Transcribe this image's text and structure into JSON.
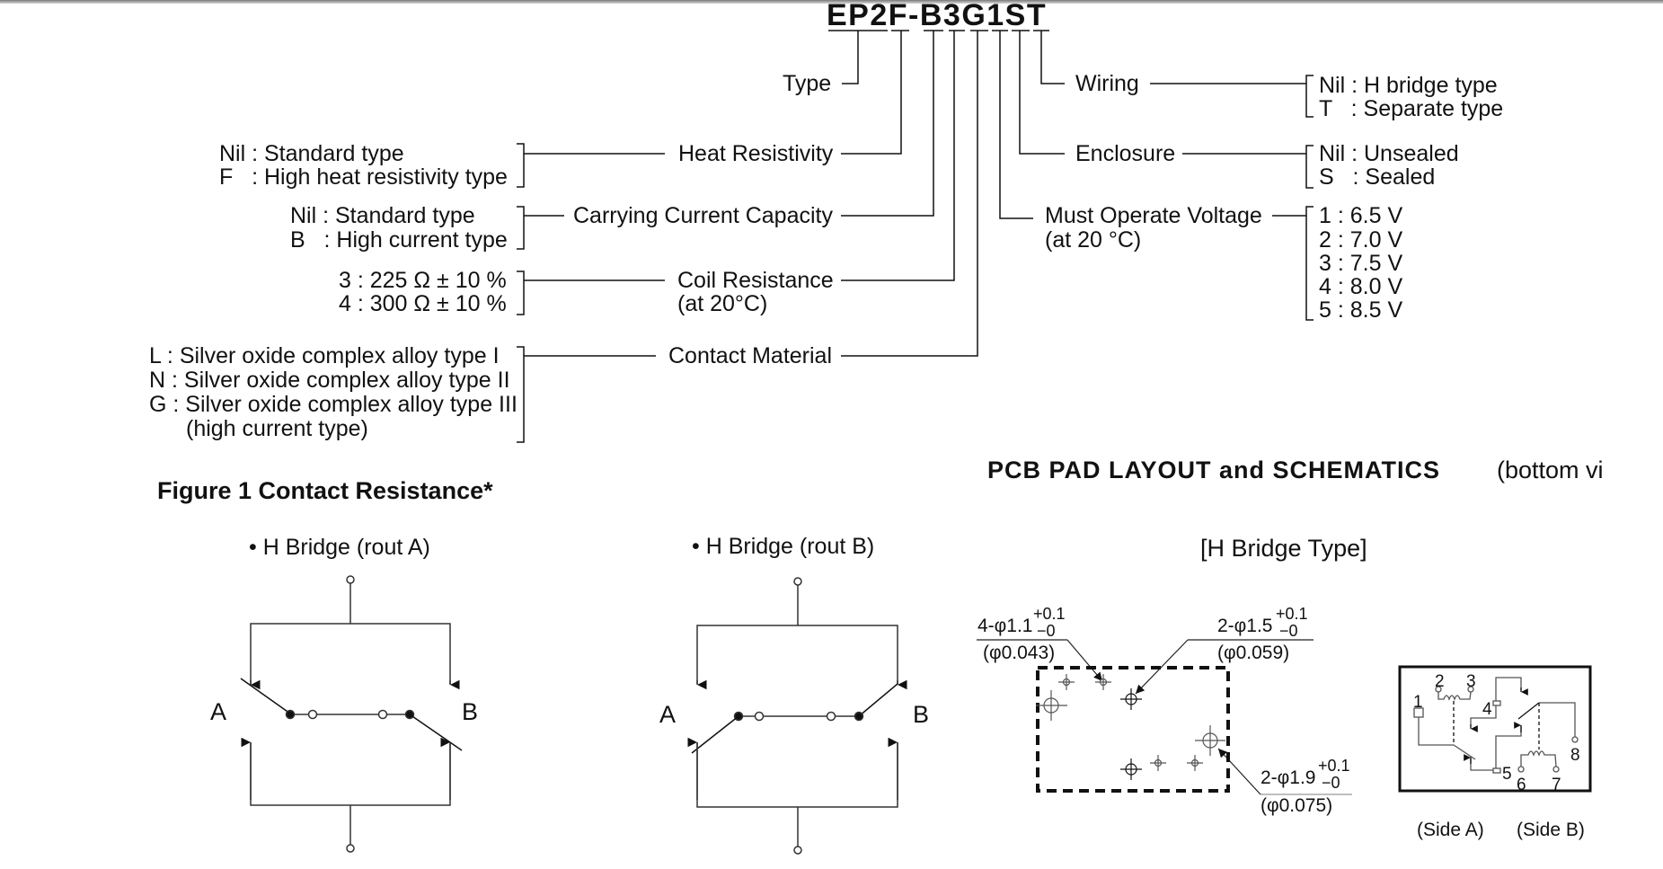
{
  "part_number": "EP2F-B3G1ST",
  "ordering_code": {
    "left_fields": [
      {
        "label": "Type",
        "options": []
      },
      {
        "label": "Heat Resistivity",
        "options": [
          "Nil : Standard type",
          "F   : High heat resistivity type"
        ]
      },
      {
        "label": "Carrying Current Capacity",
        "options": [
          "Nil : Standard type",
          "B   : High current type"
        ]
      },
      {
        "label": "Coil Resistance",
        "sublabel": "(at 20°C)",
        "options": [
          "3 : 225 Ω ± 10 %",
          "4 : 300 Ω ± 10 %"
        ]
      },
      {
        "label": "Contact Material",
        "options": [
          "L  : Silver oxide complex alloy type I",
          "N : Silver oxide complex alloy type II",
          "G : Silver oxide complex alloy type III",
          "(high current type)"
        ]
      }
    ],
    "right_fields": [
      {
        "label": "Wiring",
        "options": [
          "Nil : H bridge type",
          "T   : Separate type"
        ]
      },
      {
        "label": "Enclosure",
        "options": [
          "Nil : Unsealed",
          "S   : Sealed"
        ]
      },
      {
        "label": "Must Operate Voltage",
        "sublabel": "(at 20 °C)",
        "options": [
          "1 : 6.5 V",
          "2 : 7.0 V",
          "3 : 7.5 V",
          "4 : 8.0 V",
          "5 : 8.5 V"
        ]
      }
    ]
  },
  "figure1": {
    "title": "Figure 1  Contact Resistance*",
    "diagrams": [
      {
        "caption": "• H Bridge (rout A)",
        "left_label": "A",
        "right_label": "B"
      },
      {
        "caption": "• H Bridge (rout B)",
        "left_label": "A",
        "right_label": "B"
      }
    ]
  },
  "pcb": {
    "title": "PCB  PAD  LAYOUT  and  SCHEMATICS",
    "title_suffix": "(bottom vi",
    "subtitle": "[H Bridge Type]",
    "callouts": [
      {
        "main": "4-φ1.1",
        "tol_plus": "+0.1",
        "tol_minus": "−0",
        "inch": "(φ0.043)"
      },
      {
        "main": "2-φ1.5",
        "tol_plus": "+0.1",
        "tol_minus": "−0",
        "inch": "(φ0.059)"
      },
      {
        "main": "2-φ1.9",
        "tol_plus": "+0.1",
        "tol_minus": "−0",
        "inch": "(φ0.075)"
      }
    ],
    "schematic_pins": [
      "1",
      "2",
      "3",
      "4",
      "5",
      "6",
      "7",
      "8"
    ],
    "side_labels": [
      "(Side A)",
      "(Side B)"
    ]
  }
}
